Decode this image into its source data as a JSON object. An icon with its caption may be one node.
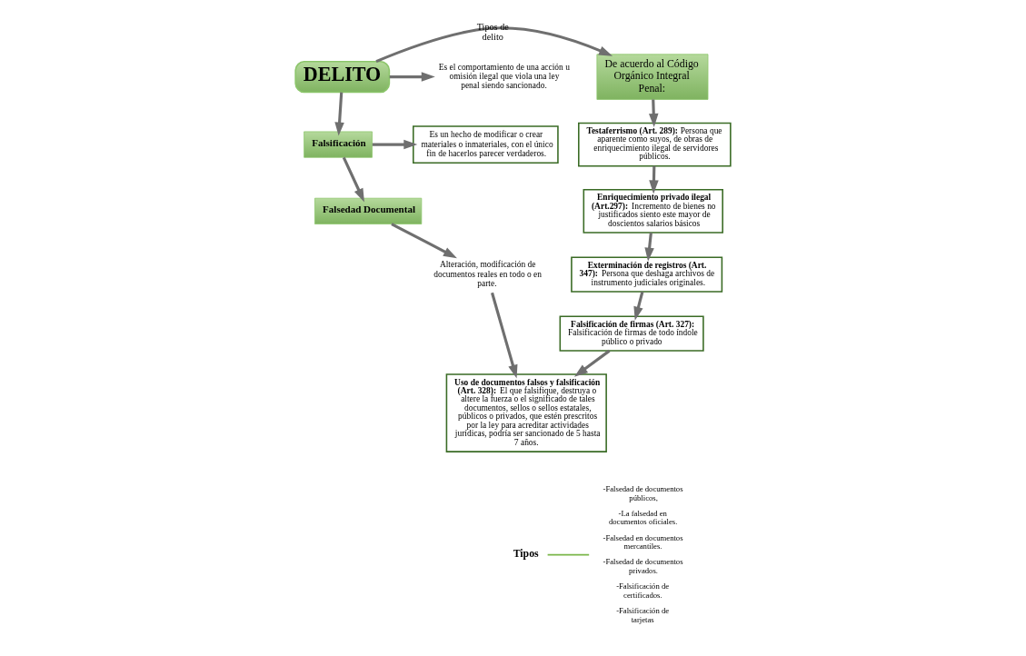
{
  "diagram": {
    "nodes": [
      {
        "text": [
          "DELITO"
        ]
      },
      {
        "text": [
          "De acuerdo al Código Orgánico Integral Penal:"
        ]
      },
      {
        "text": [
          "Es el comportamiento de una acción u omisión ilegal que viola una ley penal siendo sancionado."
        ]
      },
      {
        "text": [
          "**Testaferrismo (Art. 289):** Persona que aparente como suyos, de obras de enriquecimiento ilegal de servidores públicos."
        ]
      },
      {
        "text": [
          "**Enriquecimiento privado ilegal (Art.297):** Incremento de bienes no justificados siento este mayor de doscientos salarios básicos"
        ]
      },
      {
        "text": [
          "**Exterminación de registros (Art. 347):** Persona que deshaga archivos de instrumento judiciales originales."
        ]
      },
      {
        "text": [
          "**Falsificación de firmas (Art. 327):** Falsificación de firmas de todo índole público o privado"
        ]
      },
      {
        "text": [
          "Falsificación"
        ]
      },
      {
        "text": [
          "Es un hecho de modificar o crear materiales o inmateriales, con el único fin de hacerlos parecer verdaderos."
        ]
      },
      {
        "text": [
          "Falsedad Documental"
        ]
      },
      {
        "text": [
          "Alteración, modificación de documentos reales en todo o en parte."
        ]
      },
      {
        "text": [
          "**Uso de documentos falsos y falsificación (Art. 328):** El que falsifique, destruya o altere la fuerza o el significado de tales documentos, sellos o sellos estatales, públicos o privados, que estén prescritos por la ley para acreditar actividades jurídicas, podría ser sancionado de 5 hasta 7 años."
        ]
      }
    ],
    "edges": [
      {
        "from": 0,
        "to": 1,
        "arrow": "to",
        "label": "Tipos de delito"
      },
      {
        "from": 0,
        "to": 2,
        "arrow": "to"
      },
      {
        "from": 1,
        "to": 3,
        "arrow": "to"
      },
      {
        "from": 3,
        "to": 4,
        "arrow": "to"
      },
      {
        "from": 4,
        "to": 5,
        "arrow": "to"
      },
      {
        "from": 5,
        "to": 6,
        "arrow": "to"
      },
      {
        "from": 6,
        "to": 11,
        "arrow": "to"
      },
      {
        "from": 0,
        "to": 7,
        "arrow": "to"
      },
      {
        "from": 7,
        "to": 8,
        "arrow": "to"
      },
      {
        "from": 7,
        "to": 9,
        "arrow": "to"
      },
      {
        "from": 9,
        "to": 10,
        "arrow": "to"
      },
      {
        "from": 10,
        "to": 11,
        "arrow": "to"
      }
    ],
    "labels": [
      "Tipos",
      "-Falsedad de documentos públicos,",
      "-La falsedad en documentos oficiales.",
      "-Falsedad en documentos mercantiles.",
      "-Falsedad de documentos privados.",
      "-Falsificación de certificados.",
      "-Falsificación de tarjetas"
    ]
  }
}
